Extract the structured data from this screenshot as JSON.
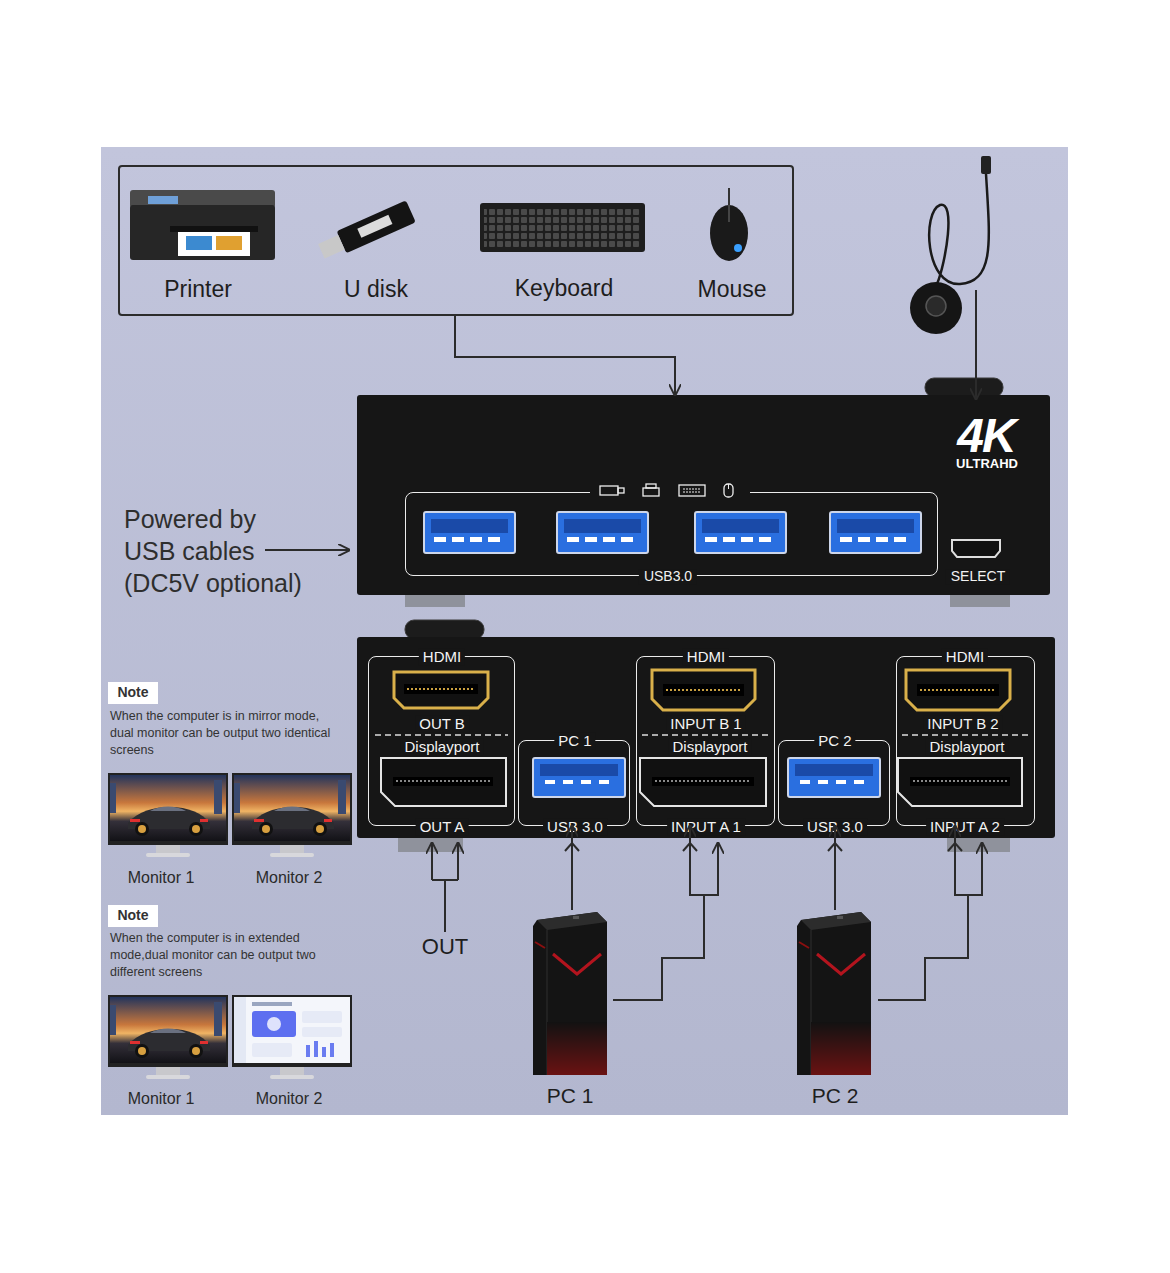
{
  "diagram": {
    "nodes": [
      {
        "text": [
          "Printer",
          "U disk",
          "Keyboard",
          "Mouse"
        ]
      },
      {
        "text": [
          "4K",
          "ULTRAHD",
          "SELECT"
        ]
      },
      {
        "text": [
          "USB3.0"
        ],
        "in": 1
      },
      {
        "text": [
          "HDMI",
          "OUT B",
          "Displayport",
          "OUT A"
        ]
      },
      {
        "text": [
          "PC 1",
          "USB 3.0"
        ]
      },
      {
        "text": [
          "HDMI",
          "INPUT B 1",
          "Displayport",
          "INPUT A 1"
        ]
      },
      {
        "text": [
          "PC 2",
          "USB 3.0"
        ]
      },
      {
        "text": [
          "HDMI",
          "INPUT B 2",
          "Displayport",
          "INPUT A 2"
        ]
      },
      {
        "text": [
          "Note"
        ]
      },
      {
        "text": [
          "Note"
        ]
      },
      {
        "text": [
          "PC 1"
        ]
      },
      {
        "text": [
          "PC 2"
        ]
      }
    ],
    "edges": [
      {
        "from": 0,
        "to": 1,
        "arrow": "to"
      },
      {
        "from": 10,
        "to": 4,
        "arrow": "to"
      },
      {
        "from": 10,
        "to": 5,
        "arrow": "to"
      },
      {
        "from": 11,
        "to": 6,
        "arrow": "to"
      },
      {
        "from": 11,
        "to": 7,
        "arrow": "to"
      }
    ],
    "labels": [
      "Powered by USB cables (DC5V optional)",
      "OUT",
      "When the computer is in mirror mode, dual monitor can be output two identical screens",
      "Monitor 1",
      "Monitor 2",
      "When the computer is in extended mode,dual monitor can be output two different screens",
      "Monitor 1",
      "Monitor 2"
    ]
  }
}
